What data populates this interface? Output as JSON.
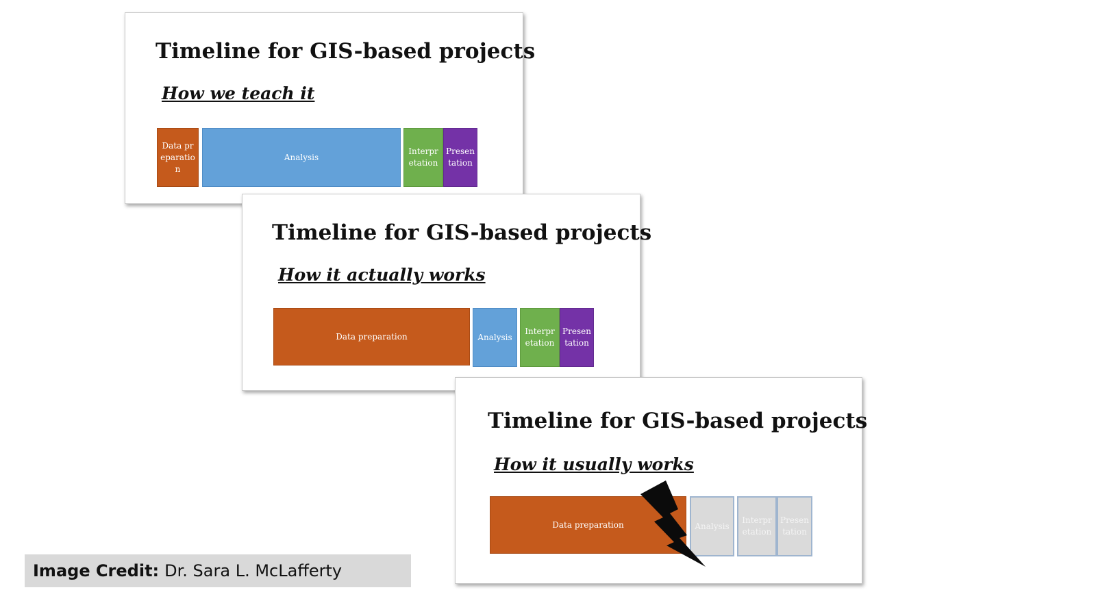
{
  "slides": [
    {
      "title": "Timeline for GIS-based projects",
      "subtitle": "How we teach it",
      "segments": [
        {
          "label": "Data preparation",
          "color": "#c55a1c"
        },
        {
          "label": "Analysis",
          "color": "#63a1d9"
        },
        {
          "label": "Interpretation",
          "color": "#6fb04d"
        },
        {
          "label": "Presentation",
          "color": "#7432a7"
        }
      ]
    },
    {
      "title": "Timeline for GIS-based projects",
      "subtitle": "How it actually works",
      "segments": [
        {
          "label": "Data preparation",
          "color": "#c55a1c"
        },
        {
          "label": "Analysis",
          "color": "#63a1d9"
        },
        {
          "label": "Interpretation",
          "color": "#6fb04d"
        },
        {
          "label": "Presentation",
          "color": "#7432a7"
        }
      ]
    },
    {
      "title": "Timeline for GIS-based projects",
      "subtitle": "How it usually works",
      "segments": [
        {
          "label": "Data preparation",
          "color": "#c55a1c"
        },
        {
          "label": "Analysis",
          "color": "#dadada"
        },
        {
          "label": "Interpretation",
          "color": "#dadada"
        },
        {
          "label": "Presentation",
          "color": "#dadada"
        }
      ]
    }
  ],
  "credit": {
    "label": "Image Credit:",
    "name": "Dr. Sara L. McLafferty"
  },
  "icons": {
    "bolt": "lightning-bolt-icon"
  }
}
